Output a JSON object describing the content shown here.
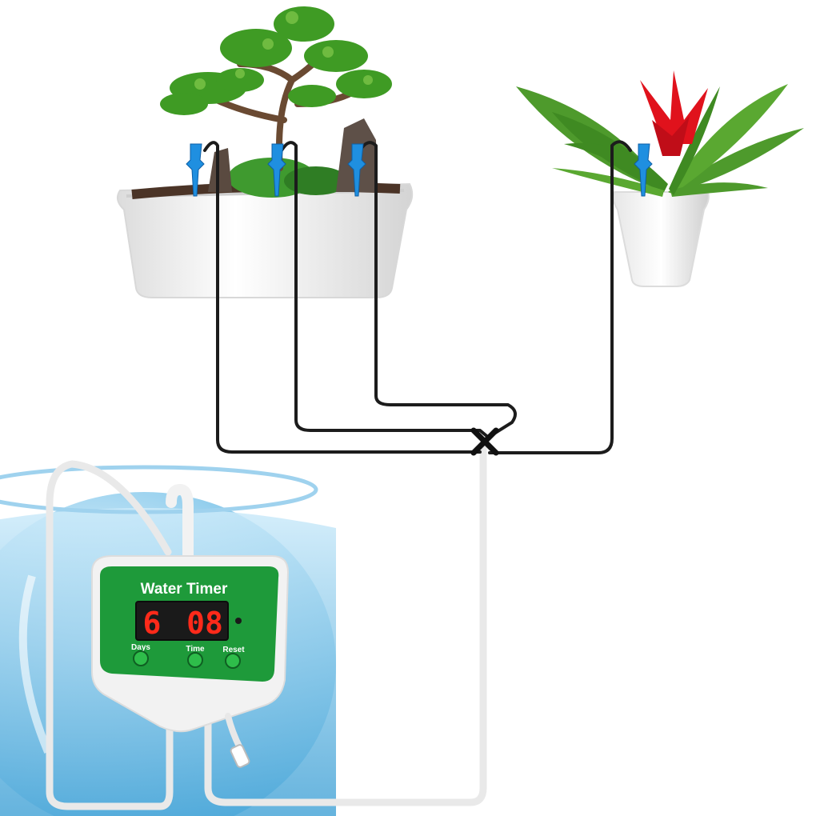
{
  "device": {
    "title": "Water Timer",
    "display_days": "6",
    "display_time": "08",
    "buttons": {
      "days": "Days",
      "time": "Time",
      "reset": "Reset"
    }
  },
  "colors": {
    "panel_green": "#1e9a3a",
    "display_red": "#ff2a1a",
    "tube_black": "#1c1c1c",
    "dripper_blue": "#1f8fe0",
    "flower_red": "#e0121c"
  },
  "icons": [
    "water-bowl",
    "bonsai-plant",
    "potted-bromeliad",
    "drip-stake-icon"
  ]
}
